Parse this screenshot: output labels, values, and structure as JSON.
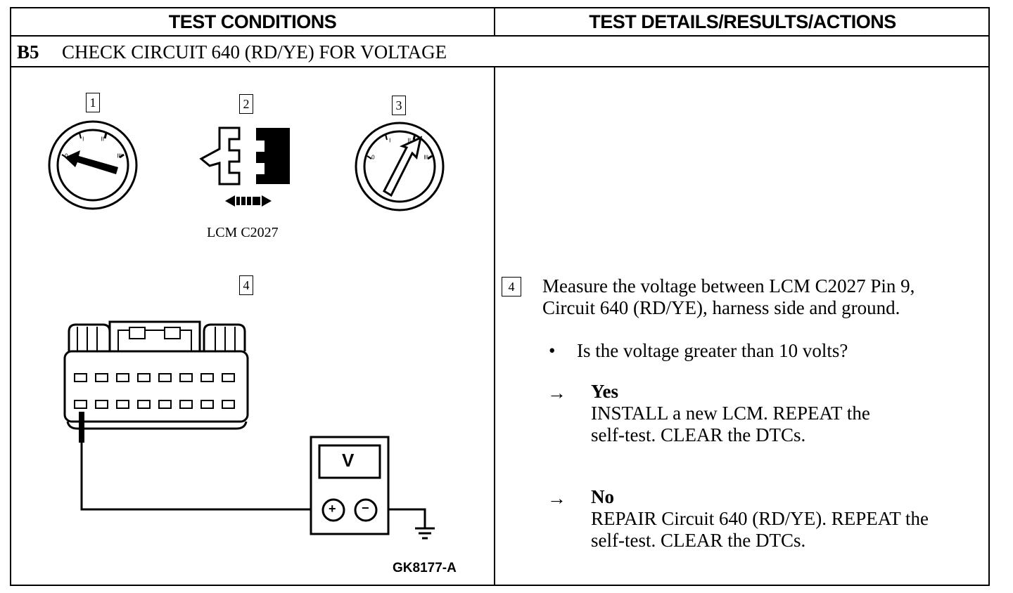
{
  "headers": {
    "left": "TEST CONDITIONS",
    "right": "TEST DETAILS/RESULTS/ACTIONS"
  },
  "section": {
    "code": "B5",
    "title": "CHECK CIRCUIT 640 (RD/YE) FOR VOLTAGE"
  },
  "diagram": {
    "step1": "1",
    "step2": "2",
    "step3": "3",
    "step4": "4",
    "connector_label": "LCM C2027",
    "meter_display": "V",
    "plus_symbol": "+",
    "minus_symbol": "−",
    "figure_id": "GK8177-A",
    "ignition_positions": [
      "0",
      "I",
      "II",
      "III"
    ]
  },
  "details": {
    "step_number": "4",
    "instruction_line1": "Measure the voltage between LCM C2027 Pin 9,",
    "instruction_line2": "Circuit 640 (RD/YE), harness side and ground.",
    "bullet": "•",
    "question": "Is the voltage greater than 10 volts?",
    "arrow": "→",
    "yes_label": "Yes",
    "yes_line1": "INSTALL a new LCM. REPEAT the",
    "yes_line2": "self-test. CLEAR the DTCs.",
    "no_label": "No",
    "no_line1": "REPAIR Circuit 640 (RD/YE). REPEAT the",
    "no_line2": "self-test. CLEAR the DTCs."
  }
}
